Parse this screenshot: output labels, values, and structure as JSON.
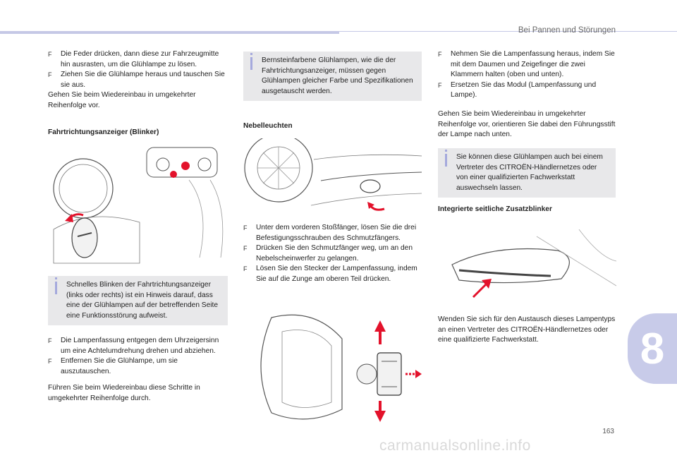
{
  "header": {
    "title": "Bei Pannen und Störungen"
  },
  "col1": {
    "bullets_top": [
      "Die Feder drücken, dann diese zur Fahrzeugmitte hin ausrasten, um die Glühlampe zu lösen.",
      "Ziehen Sie die Glühlampe heraus und tauschen Sie sie aus."
    ],
    "para_top": "Gehen Sie beim Wiedereinbau in umgekehrter Reihenfolge vor.",
    "heading": "Fahrtrichtungsanzeiger (Blinker)",
    "note": "Schnelles Blinken der Fahrtrichtungsanzeiger (links oder rechts) ist ein Hinweis darauf, dass eine der Glühlampen auf der betreffenden Seite eine Funktionsstörung aufweist.",
    "bullets_bottom": [
      "Die Lampenfassung entgegen dem Uhrzeigersinn um eine Achtelumdrehung drehen und abziehen.",
      "Entfernen Sie die Glühlampe, um sie auszutauschen."
    ],
    "para_bottom": "Führen Sie beim Wiedereinbau diese Schritte in umgekehrter Reihenfolge durch."
  },
  "col2": {
    "note": "Bernsteinfarbene Glühlampen, wie die der Fahrtrichtungsanzeiger, müssen gegen Glühlampen gleicher Farbe und Spezifikationen ausgetauscht werden.",
    "heading": "Nebelleuchten",
    "bullets": [
      "Unter dem vorderen Stoßfänger, lösen Sie die drei Befestigungsschrauben des Schmutzfängers.",
      "Drücken Sie den Schmutzfänger weg, um an den Nebelscheinwerfer zu gelangen.",
      "Lösen Sie den Stecker der Lampenfassung, indem Sie auf die Zunge am oberen Teil drücken."
    ]
  },
  "col3": {
    "bullets": [
      "Nehmen Sie die Lampenfassung heraus, indem Sie mit dem Daumen und Zeigefinger die zwei Klammern halten (oben und unten).",
      "Ersetzen Sie das Modul (Lampenfassung und Lampe)."
    ],
    "para": "Gehen Sie beim Wiedereinbau in umgekehrter Reihenfolge vor, orientieren Sie dabei den Führungsstift der Lampe nach unten.",
    "note": "Sie können diese Glühlampen auch bei einem Vertreter des CITROËN-Händlernetzes oder von einer qualifizierten Fachwerkstatt auswechseln lassen.",
    "heading": "Integrierte seitliche Zusatzblinker",
    "para_bottom": "Wenden Sie sich für den Austausch dieses Lampentyps an einen Vertreter des CITROËN-Händlernetzes oder eine qualifizierte Fachwerkstatt."
  },
  "bullet_glyph": "F",
  "chapter": "8",
  "page_number": "163",
  "watermark": "carmanualsonline.info",
  "colors": {
    "accent": "#c5c8e6",
    "note_bg": "#e8e8ea",
    "arrow_red": "#e3122b"
  }
}
